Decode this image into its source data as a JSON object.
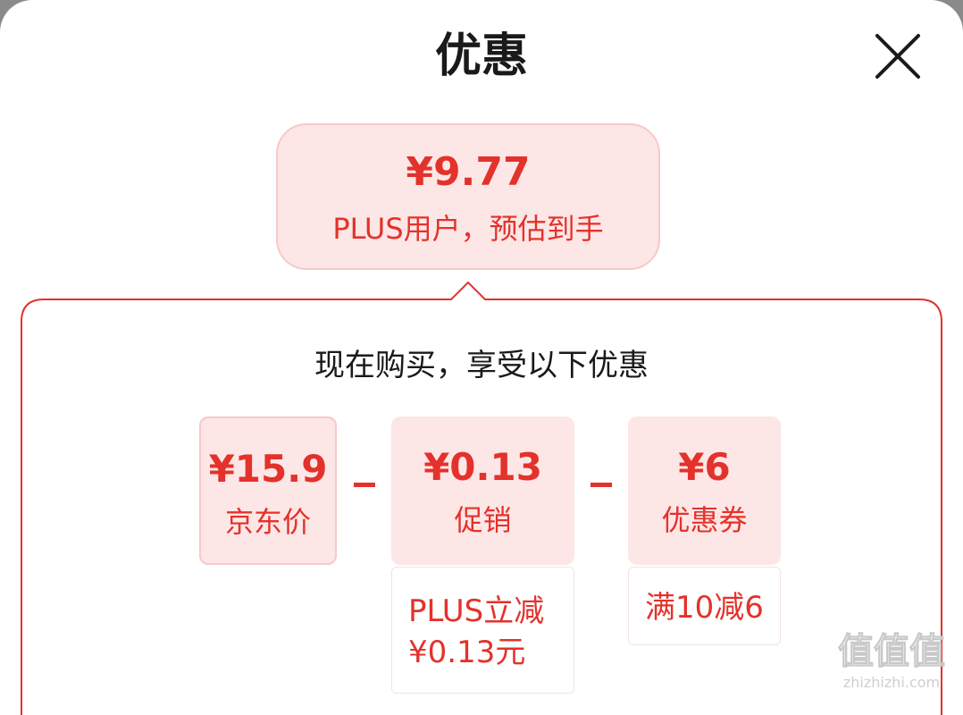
{
  "dialog": {
    "title": "优惠",
    "close_icon": "close-icon"
  },
  "estimate": {
    "price": "¥9.77",
    "label": "PLUS用户，预估到手"
  },
  "breakdown": {
    "heading": "现在购买，享受以下优惠",
    "items": [
      {
        "amount": "¥15.9",
        "name": "京东价"
      },
      {
        "amount": "¥0.13",
        "name": "促销",
        "detail_line1": "PLUS立减",
        "detail_line2": "¥0.13元"
      },
      {
        "amount": "¥6",
        "name": "优惠券",
        "detail_line1": "满10减6"
      }
    ]
  },
  "watermark": {
    "glyphs": "值值值",
    "site": "zhizhizhi.com"
  },
  "colors": {
    "accent": "#e3322b",
    "card_bg": "#fde6e6",
    "card_border": "#f7c9c9",
    "text": "#1a1a1a"
  }
}
